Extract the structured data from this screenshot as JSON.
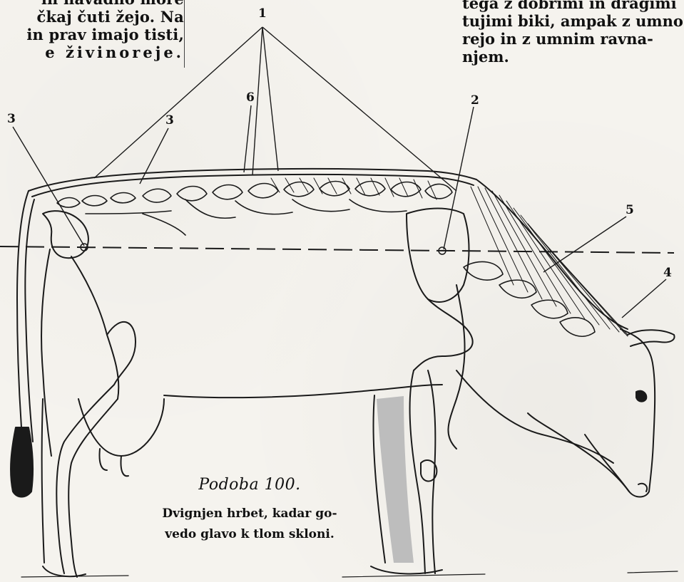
{
  "top_left_text": {
    "lines": [
      "ih navadno more",
      "čkaj čuti žejo. Na",
      "in prav imajo tisti,",
      "e živinoreje."
    ]
  },
  "top_right_text": {
    "lines": [
      "tega z dobrimi in dragimi",
      "tujimi biki, ampak z umno",
      "rejo in z umnim ravna-",
      "njem."
    ]
  },
  "figure": {
    "labels": {
      "label_1": "1",
      "label_2": "2",
      "label_3_left": "3",
      "label_3_right": "3",
      "label_4": "4",
      "label_5": "5",
      "label_6": "6"
    }
  },
  "caption": {
    "title": "Podoba 100.",
    "description_lines": [
      "Dvignjen hrbet, kadar go-",
      "vedo glavo k tlom skloni."
    ]
  }
}
